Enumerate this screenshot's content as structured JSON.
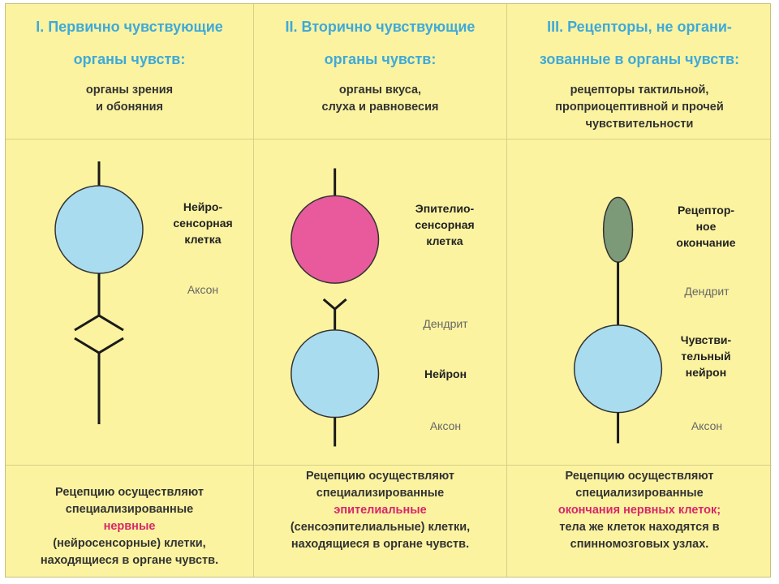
{
  "columns": [
    {
      "title_lines": [
        "I. Первично чувствующие",
        "органы чувств:"
      ],
      "subtitle_lines": [
        "органы зрения",
        "и обоняния"
      ],
      "labels": {
        "cell_lines": [
          "Нейро-",
          "сенсорная",
          "клетка"
        ],
        "axon": "Аксон"
      },
      "footer": {
        "line1": "Рецепцию осуществляют",
        "line2": "специализированные",
        "accent": "нервные",
        "line4": "(нейросенсорные) клетки,",
        "line5": "находящиеся в органе чувств."
      }
    },
    {
      "title_lines": [
        "II. Вторично чувствующие",
        "органы чувств:"
      ],
      "subtitle_lines": [
        "органы вкуса,",
        "слуха и равновесия"
      ],
      "labels": {
        "cell_lines": [
          "Эпителио-",
          "сенсорная",
          "клетка"
        ],
        "dendrite": "Дендрит",
        "neuron": "Нейрон",
        "axon": "Аксон"
      },
      "footer": {
        "line1": "Рецепцию осуществляют",
        "line2": "специализированные",
        "accent": "эпителиальные",
        "line4": "(сенсоэпителиальные) клетки,",
        "line5": "находящиеся в органе чувств."
      }
    },
    {
      "title_lines": [
        "III. Рецепторы, не органи-",
        "зованные в органы чувств:"
      ],
      "subtitle_lines": [
        "рецепторы тактильной,",
        "проприоцептивной и прочей",
        "чувствительности"
      ],
      "labels": {
        "ending_lines": [
          "Рецептор-",
          "ное",
          "окончание"
        ],
        "dendrite": "Дендрит",
        "neuron_lines": [
          "Чувстви-",
          "тельный",
          "нейрон"
        ],
        "axon": "Аксон"
      },
      "footer": {
        "line1": "Рецепцию осуществляют",
        "line2": "специализированные",
        "accent": "окончания нервных клеток;",
        "line4": "тела же клеток находятся в",
        "line5": "спинномозговых узлах."
      }
    }
  ],
  "colors": {
    "background": "#fbf3a0",
    "title": "#3fa9d9",
    "accent": "#d8266a",
    "neuron_fill": "#a9dcee",
    "epithelial_fill": "#e85a9b",
    "receptor_fill": "#7d9a78"
  }
}
